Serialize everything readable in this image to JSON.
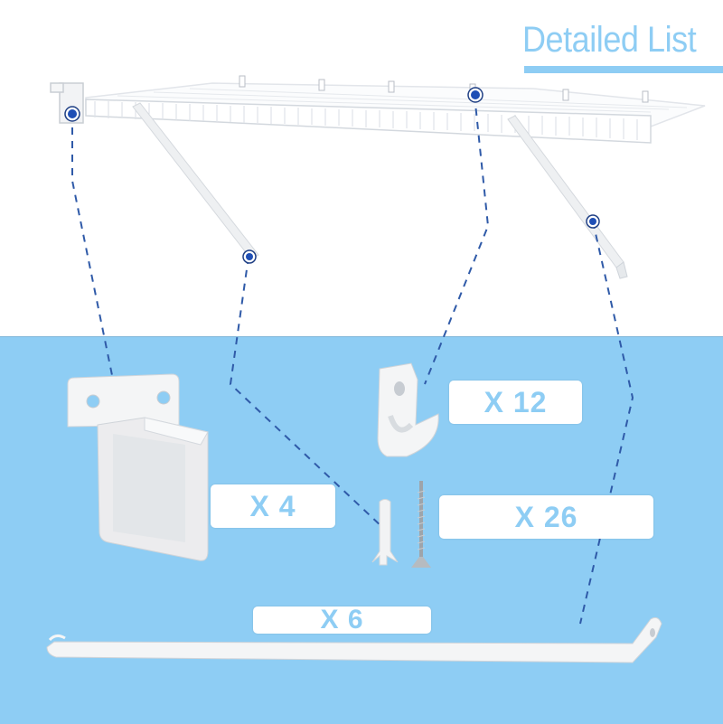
{
  "header": {
    "title": "Detailed List"
  },
  "parts": [
    {
      "name": "shelf-end-bracket",
      "quantity_label": "X 4"
    },
    {
      "name": "wall-clip",
      "quantity_label": "X 12"
    },
    {
      "name": "anchor-and-screw",
      "quantity_label": "X 26"
    },
    {
      "name": "support-brace",
      "quantity_label": "X 6"
    }
  ],
  "colors": {
    "accent": "#8ecdf4",
    "callout_line": "#2f5aa8",
    "callout_dot": "#1f4fb5",
    "background_top": "#ffffff",
    "background_bottom": "#8ecdf4"
  }
}
